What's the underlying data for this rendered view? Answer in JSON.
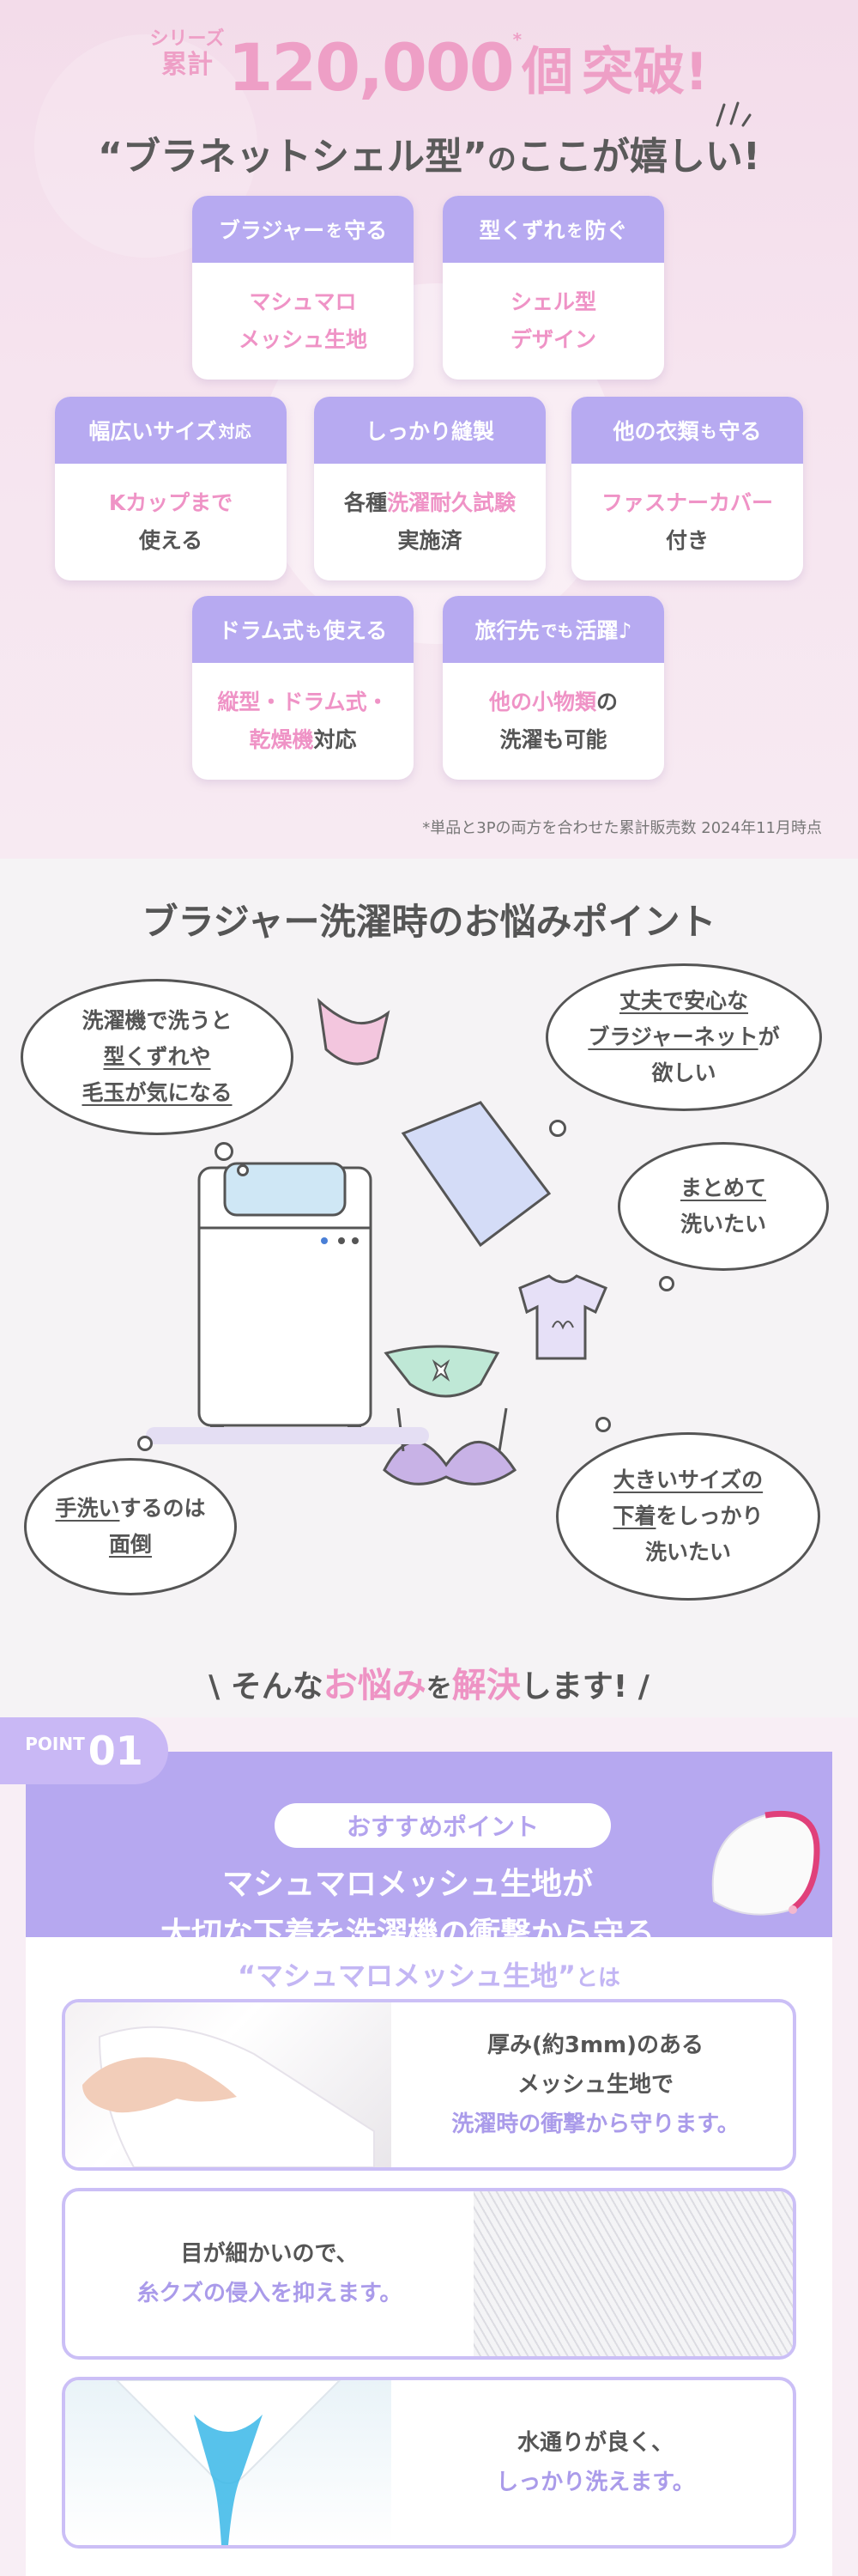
{
  "hero": {
    "series_line1": "シリーズ",
    "series_line2": "累計",
    "count": "120,000",
    "unit": "個",
    "asterisk": "*",
    "breakthrough": "突破!",
    "subtitle_quote": "“ブラネットシェル型”",
    "subtitle_no": "の",
    "subtitle_rest": "ここが嬉しい!",
    "cards": [
      {
        "head": "ブラジャー",
        "head_small": "を",
        "head_end": "守る",
        "body_line1": "マシュマロ",
        "body_line2": "メッシュ生地"
      },
      {
        "head": "型くずれ",
        "head_small": "を",
        "head_end": "防ぐ",
        "body_line1": "シェル型",
        "body_line2": "デザイン"
      },
      {
        "head": "幅広いサイズ",
        "head_small": "対応",
        "head_end": "",
        "body_line1": "Kカップまで",
        "body_line2": "使える"
      },
      {
        "head": "しっかり縫製",
        "head_small": "",
        "head_end": "",
        "body_line1a": "各種",
        "body_line1b": "洗濯耐久試験",
        "body_line2": "実施済"
      },
      {
        "head": "他の衣類",
        "head_small": "も",
        "head_end": "守る",
        "body_line1": "ファスナーカバー",
        "body_line2": "付き"
      },
      {
        "head": "ドラム式",
        "head_small": "も",
        "head_end": "使える",
        "body_line1": "縦型・ドラム式・",
        "body_line2a": "乾燥機",
        "body_line2b": "対応"
      },
      {
        "head": "旅行先",
        "head_small": "でも",
        "head_end": "活躍♪",
        "body_line1a": "他の小物類",
        "body_line1b": "の",
        "body_line2": "洗濯も可能"
      }
    ],
    "footnote": "*単品と3Pの両方を合わせた累計販売数 2024年11月時点"
  },
  "worries": {
    "title": "ブラジャー洗濯時のお悩みポイント",
    "cloud1": {
      "l1": "洗濯機で洗うと",
      "l2": "型くずれや",
      "l3": "毛玉が気になる"
    },
    "cloud2": {
      "l1": "丈夫で安心な",
      "l2a": "ブラジャーネット",
      "l2b": "が",
      "l3": "欲しい"
    },
    "cloud3": {
      "l1": "まとめて",
      "l2": "洗いたい"
    },
    "cloud4": {
      "l1a": "手洗い",
      "l1b": "するのは",
      "l2": "面倒"
    },
    "cloud5": {
      "l1": "大きいサイズの",
      "l2a": "下着",
      "l2b": "をしっかり",
      "l3": "洗いたい"
    },
    "solve_a": "\\ そんな",
    "solve_b": "お悩み",
    "solve_c": "を",
    "solve_d": "解決",
    "solve_e": "します! /"
  },
  "point": {
    "label": "POINT",
    "number": "01",
    "recommend": "おすすめポイント",
    "banner_line1": "マシュマロメッシュ生地が",
    "banner_line2": "大切な下着を洗濯機の衝撃から守る",
    "sub_title_quote": "“マシュマロメッシュ生地”",
    "sub_title_to": "とは",
    "feature1": {
      "l1": "厚み(約3mm)のある",
      "l2": "メッシュ生地で",
      "l3": "洗濯時の衝撃から守ります。"
    },
    "feature2": {
      "l1": "目が細かいので、",
      "l2": "糸クズの侵入を抑えます。"
    },
    "feature3": {
      "l1": "水通りが良く、",
      "l2": "しっかり洗えます。"
    }
  },
  "colors": {
    "lavender": "#b7aaf1",
    "pink": "#ef93c6",
    "text": "#555555"
  }
}
